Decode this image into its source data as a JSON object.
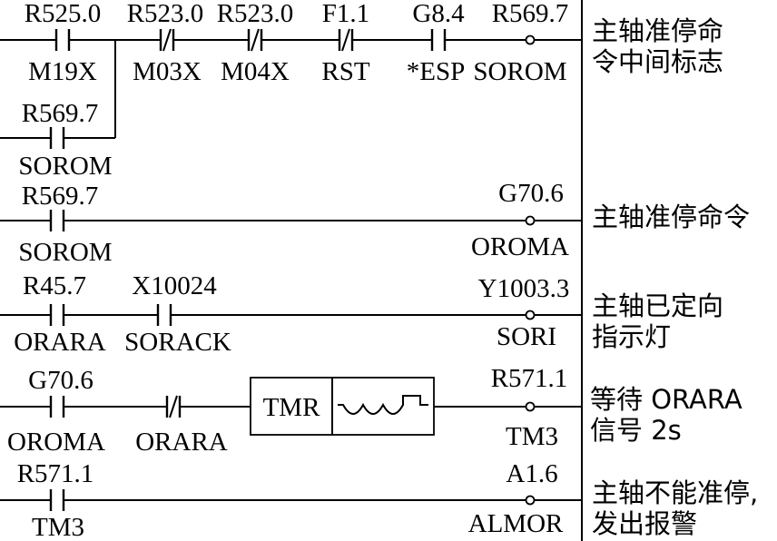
{
  "rungs": [
    {
      "contacts": [
        {
          "address": "R525.0",
          "symbol": "M19X",
          "type": "NO"
        },
        {
          "address": "R523.0",
          "symbol": "M03X",
          "type": "NC"
        },
        {
          "address": "R523.0",
          "symbol": "M04X",
          "type": "NC"
        },
        {
          "address": "F1.1",
          "symbol": "RST",
          "type": "NC"
        },
        {
          "address": "G8.4",
          "symbol": "*ESP",
          "type": "NO"
        }
      ],
      "branch": {
        "address": "R569.7",
        "symbol": "SOROM",
        "type": "NO"
      },
      "coil": {
        "address": "R569.7",
        "symbol": "SOROM"
      },
      "comment": [
        "主轴准停命",
        "令中间标志"
      ]
    },
    {
      "contacts": [
        {
          "address": "R569.7",
          "symbol": "SOROM",
          "type": "NO"
        }
      ],
      "coil": {
        "address": "G70.6",
        "symbol": "OROMA"
      },
      "comment": [
        "主轴准停命令"
      ]
    },
    {
      "contacts": [
        {
          "address": "R45.7",
          "symbol": "ORARA",
          "type": "NO"
        },
        {
          "address": "X10024",
          "symbol": "SORACK",
          "type": "NO"
        }
      ],
      "coil": {
        "address": "Y1003.3",
        "symbol": "SORI"
      },
      "comment": [
        "主轴已定向",
        "指示灯"
      ]
    },
    {
      "contacts": [
        {
          "address": "G70.6",
          "symbol": "OROMA",
          "type": "NO"
        },
        {
          "address": "",
          "symbol": "ORARA",
          "type": "NC"
        }
      ],
      "timer": {
        "label": "TMR"
      },
      "coil": {
        "address": "R571.1",
        "symbol": "TM3"
      },
      "comment": [
        "等待 ORARA",
        "信号 2s"
      ]
    },
    {
      "contacts": [
        {
          "address": "R571.1",
          "symbol": "TM3",
          "type": "NO"
        }
      ],
      "coil": {
        "address": "A1.6",
        "symbol": "ALMOR"
      },
      "comment": [
        "主轴不能准停,",
        "发出报警"
      ]
    }
  ]
}
